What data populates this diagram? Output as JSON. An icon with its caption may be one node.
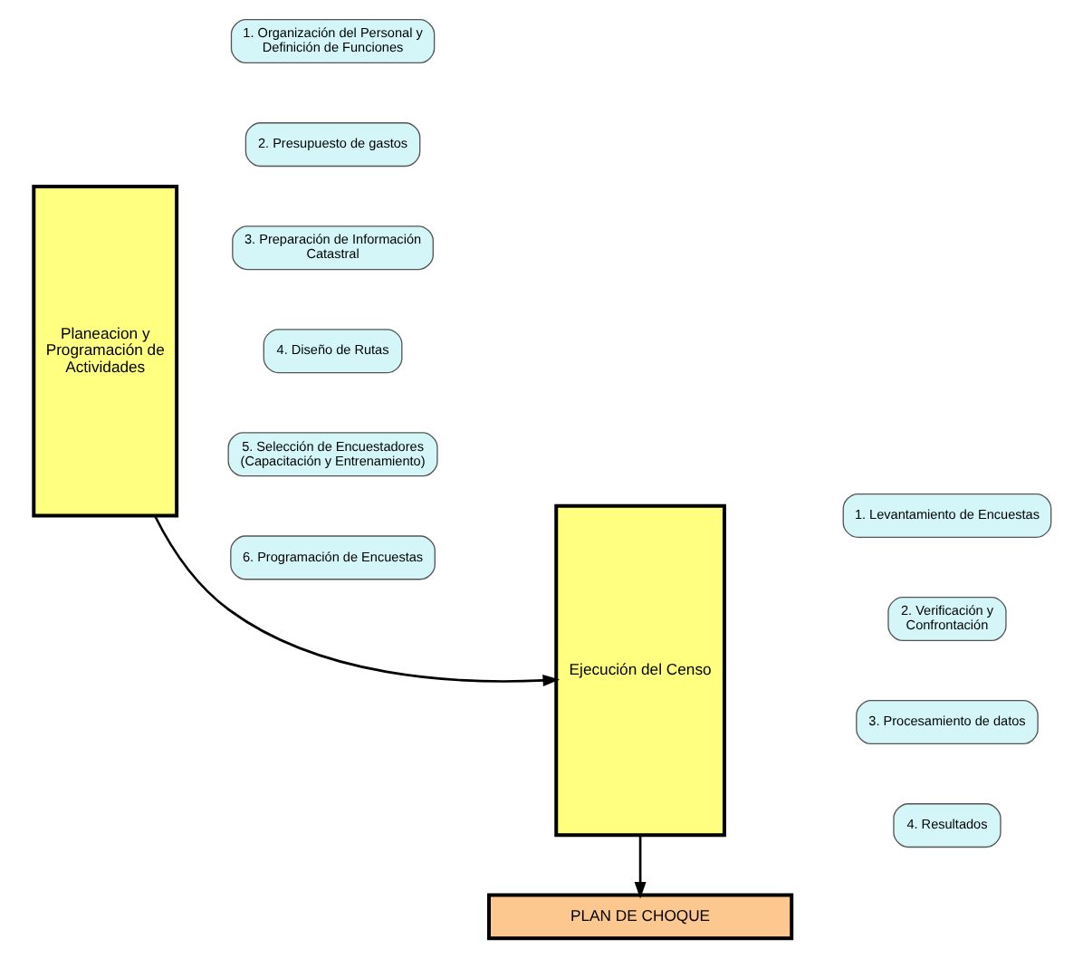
{
  "diagram": {
    "nodes": [
      {
        "text": [
          "Planeacion y Programación de Actividades"
        ]
      },
      {
        "text": [
          "1. Organización del Personal y Definición de Funciones"
        ]
      },
      {
        "text": [
          "2. Presupuesto de gastos"
        ]
      },
      {
        "text": [
          "3. Preparación de Información Catastral"
        ]
      },
      {
        "text": [
          "4. Diseño de Rutas"
        ]
      },
      {
        "text": [
          "5. Selección de Encuestadores (Capacitación y Entrenamiento)"
        ]
      },
      {
        "text": [
          "6. Programación de Encuestas"
        ]
      },
      {
        "text": [
          "Ejecución del Censo"
        ]
      },
      {
        "text": [
          "1. Levantamiento de Encuestas"
        ]
      },
      {
        "text": [
          "2. Verificación y Confrontación"
        ]
      },
      {
        "text": [
          "3. Procesamiento de datos"
        ]
      },
      {
        "text": [
          "4. Resultados"
        ]
      },
      {
        "text": [
          "PLAN DE CHOQUE"
        ]
      }
    ],
    "edges": [
      {
        "from": 0,
        "to": 7,
        "arrow": "to"
      },
      {
        "from": 7,
        "to": 12,
        "arrow": "to"
      }
    ]
  }
}
